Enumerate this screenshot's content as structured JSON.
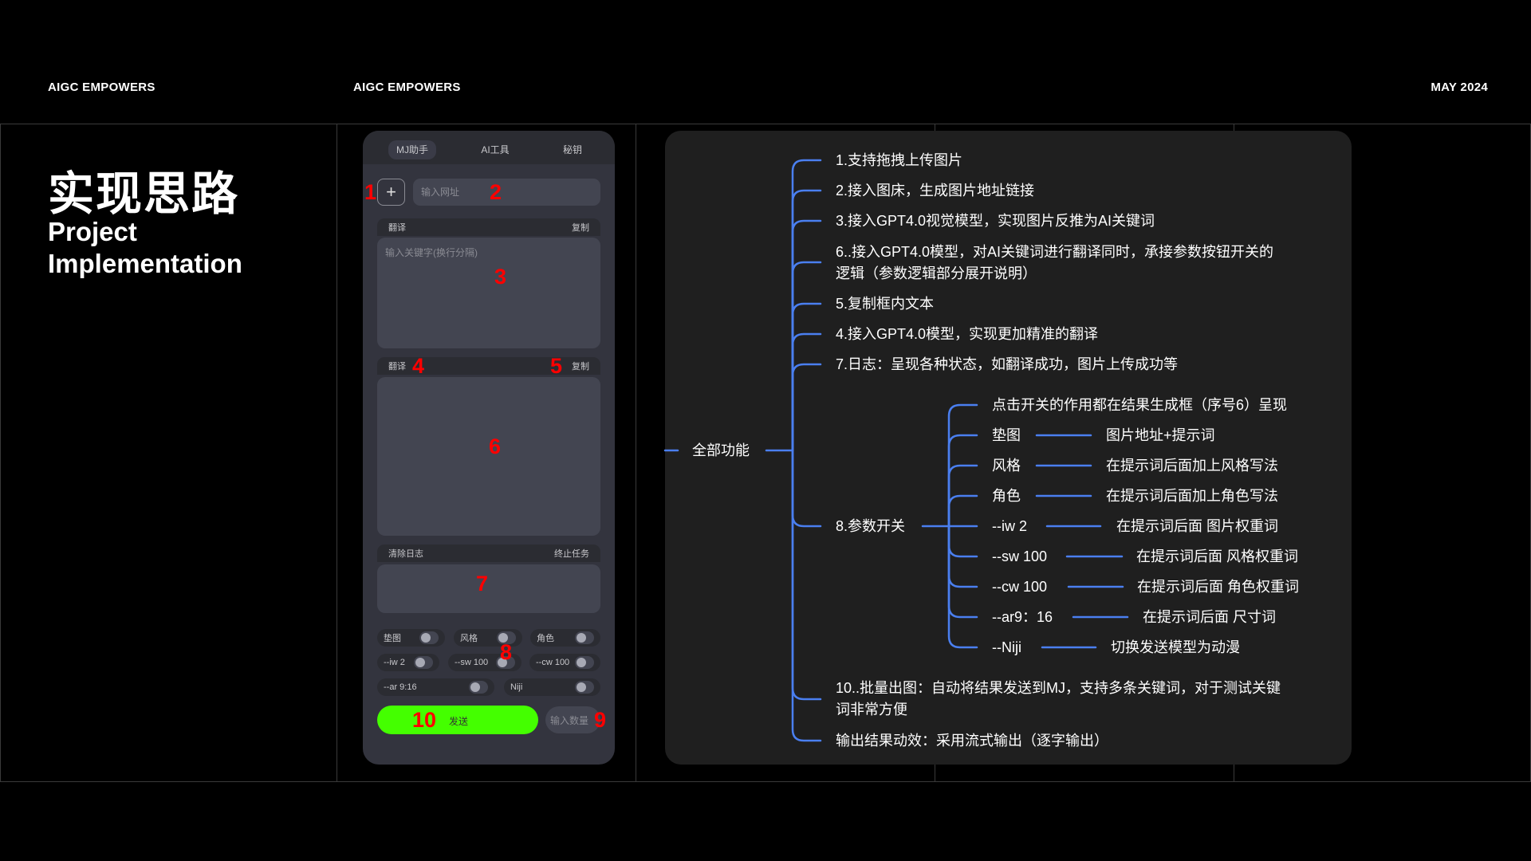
{
  "header": {
    "left": "AIGC EMPOWERS",
    "center": "AIGC EMPOWERS",
    "right": "MAY 2024"
  },
  "slide": {
    "title": "实现思路",
    "subtitle_line1": "Project",
    "subtitle_line2": "Implementation"
  },
  "app": {
    "tabs": [
      "MJ助手",
      "AI工具",
      "秘钥"
    ],
    "active_tab": "MJ助手",
    "upload_button": "+",
    "url_placeholder": "输入网址",
    "input_section": {
      "left": "翻译",
      "right": "复制",
      "placeholder": "输入关键字(换行分隔)"
    },
    "output_section": {
      "left": "翻译",
      "right": "复制"
    },
    "log_section": {
      "left": "清除日志",
      "right": "终止任务"
    },
    "toggles": [
      "垫图",
      "风格",
      "角色",
      "--iw 2",
      "--sw 100",
      "--cw 100",
      "--ar 9:16",
      "Niji"
    ],
    "send_label": "发送",
    "quantity_placeholder": "输入数量",
    "markers": [
      "1",
      "2",
      "3",
      "4",
      "5",
      "6",
      "7",
      "8",
      "9",
      "10"
    ]
  },
  "mindmap": {
    "root": "全部功能",
    "items": [
      "1.支持拖拽上传图片",
      "2.接入图床，生成图片地址链接",
      "3.接入GPT4.0视觉模型，实现图片反推为AI关键词",
      "6..接入GPT4.0模型，对AI关键词进行翻译同时，承接参数按钮开关的",
      "逻辑（参数逻辑部分展开说明）",
      "5.复制框内文本",
      "4.接入GPT4.0模型，实现更加精准的翻译",
      "7.日志：呈现各种状态，如翻译成功，图片上传成功等",
      "8.参数开关",
      "10..批量出图：自动将结果发送到MJ，支持多条关键词，对于测试关键",
      "词非常方便",
      "输出结果动效：采用流式输出（逐字输出）"
    ],
    "params_note": "点击开关的作用都在结果生成框（序号6）呈现",
    "params": [
      {
        "name": "垫图",
        "desc": "图片地址+提示词"
      },
      {
        "name": "风格",
        "desc": "在提示词后面加上风格写法"
      },
      {
        "name": "角色",
        "desc": "在提示词后面加上角色写法"
      },
      {
        "name": "--iw 2",
        "desc": "在提示词后面 图片权重词"
      },
      {
        "name": "--sw 100",
        "desc": "在提示词后面 风格权重词"
      },
      {
        "name": "--cw 100",
        "desc": "在提示词后面 角色权重词"
      },
      {
        "name": "--ar9：16",
        "desc": "在提示词后面 尺寸词"
      },
      {
        "name": "--Niji",
        "desc": "切换发送模型为动漫"
      }
    ],
    "line_color": "#4a7ff0"
  }
}
